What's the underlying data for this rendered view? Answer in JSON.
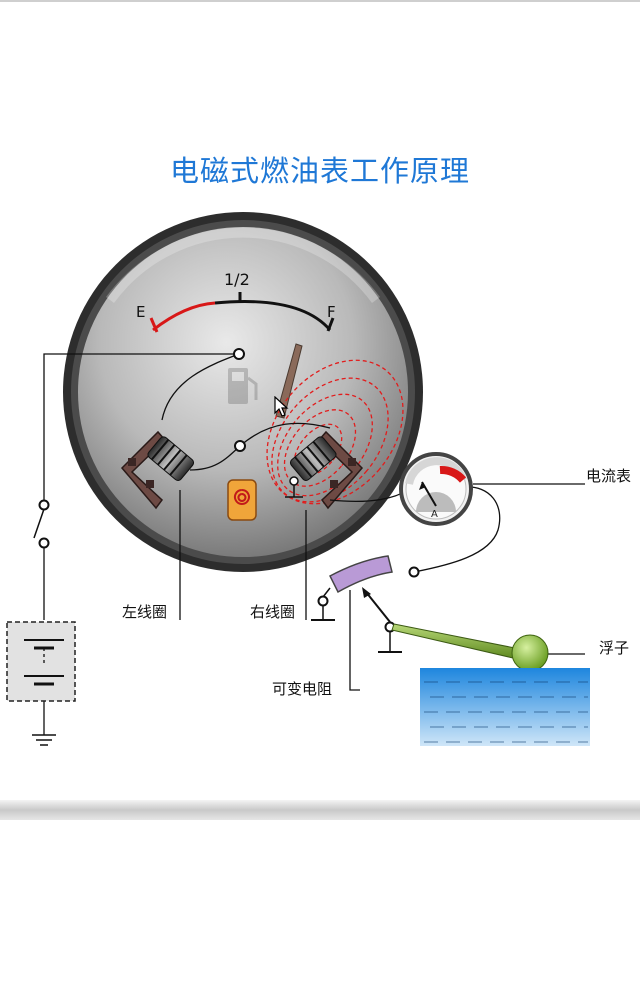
{
  "title": "电磁式燃油表工作原理",
  "gauge": {
    "empty_label": "E",
    "half_label": "1/2",
    "full_label": "F"
  },
  "ammeter": {
    "unit": "A"
  },
  "labels": {
    "left_coil": "左线圈",
    "right_coil": "右线圈",
    "ammeter": "电流表",
    "float": "浮子",
    "variable_resistor": "可变电阻"
  },
  "colors": {
    "title": "#1f78d6",
    "empty_arc": "#d81818",
    "field_lines": "#e21c1c",
    "resistor": "#b99ad6",
    "float": "#8cc43a",
    "water": "#3b9be0"
  }
}
